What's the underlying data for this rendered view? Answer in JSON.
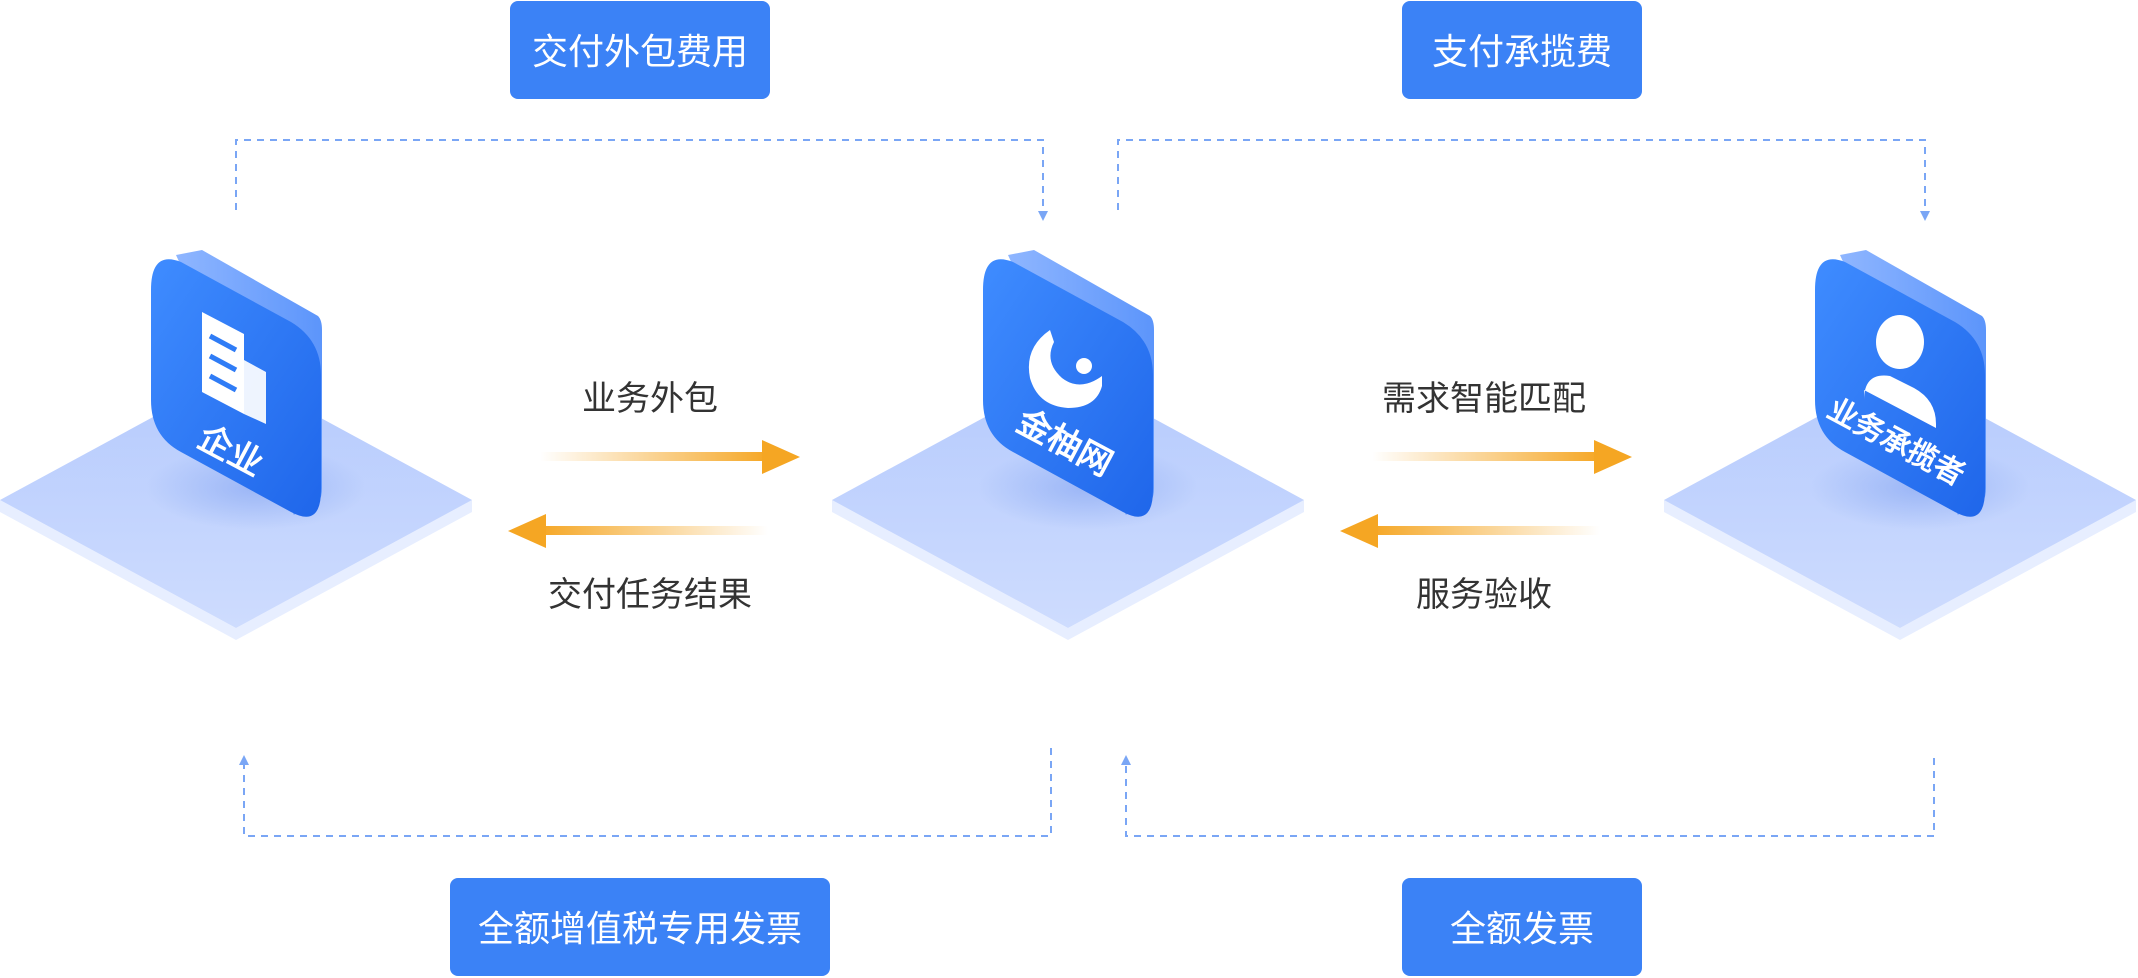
{
  "nodes": {
    "enterprise": "企业",
    "platform": "金柚网",
    "contractor": "业务承揽者"
  },
  "pills": {
    "pay_outsourcing_fee": "交付外包费用",
    "pay_contract_fee": "支付承揽费",
    "vat_invoice": "全额增值税专用发票",
    "full_invoice": "全额发票"
  },
  "flows": {
    "outsourcing": "业务外包",
    "deliver_results": "交付任务结果",
    "smart_matching": "需求智能匹配",
    "service_acceptance": "服务验收"
  },
  "colors": {
    "primary": "#2f7cf6",
    "pill": "#3b82f6",
    "platform_base": "#c3d5fe",
    "arrow_orange": "#f5a623",
    "dashed_line": "#7aa6f5"
  },
  "icons": {
    "enterprise": "building-icon",
    "platform": "brand-logo-icon",
    "contractor": "person-icon"
  }
}
